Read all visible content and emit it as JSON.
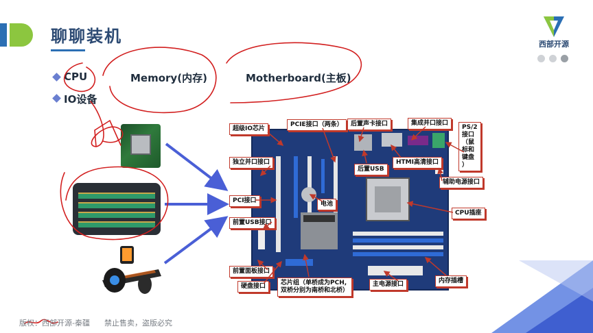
{
  "header": {
    "title": "聊聊装机",
    "logo_text": "西部开源"
  },
  "bullets": [
    {
      "label": "CPU"
    },
    {
      "label": "Memory(内存)"
    },
    {
      "label": "Motherboard(主板)"
    },
    {
      "label": "IO设备"
    }
  ],
  "callouts": {
    "super_io": "超级IO芯片",
    "pcie": "PCIE接口（两条）",
    "rear_audio": "后置声卡接口",
    "parallel": "集成并口接口",
    "ps2": "PS/2\n接口\n（鼠\n标和\n键盘\n）",
    "standalone_parallel": "独立并口接口",
    "rear_usb": "后置USB",
    "hdmi": "HTMI高清接口",
    "aux_power": "辅助电源接口",
    "pci": "PCI接口",
    "battery": "电池",
    "cpu_socket": "CPU插座",
    "front_usb": "前置USB接口",
    "front_panel": "前置面板接口",
    "disk": "硬盘接口",
    "chipset": "芯片组（单桥成为PCH,\n双桥分别为南桥和北桥）",
    "main_power": "主电源接口",
    "memory_slot": "内存插槽"
  },
  "footer": {
    "copyright": "版权：西部开源-秦疆      禁止售卖，盗版必究"
  },
  "colors": {
    "title": "#2c4a73",
    "accent_blue": "#2b6fb4",
    "accent_green": "#8cc63f",
    "annotation_red": "#d21f1f",
    "arrow_blue": "#4a5fd6"
  }
}
